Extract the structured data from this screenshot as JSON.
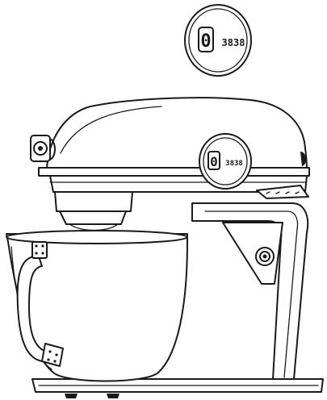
{
  "displays": {
    "detail": {
      "mode": "0",
      "time": "3838"
    },
    "mixer": {
      "mode": "0",
      "time": "3838"
    }
  }
}
